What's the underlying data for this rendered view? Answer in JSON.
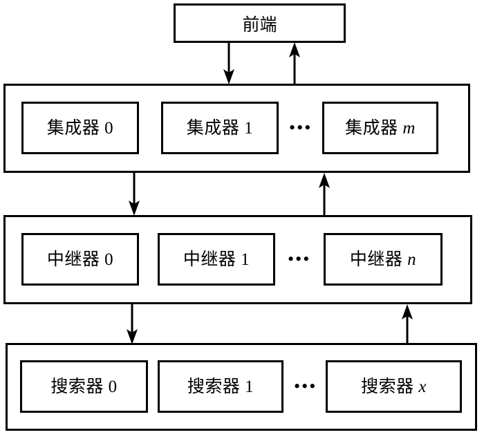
{
  "diagram": {
    "title_box": {
      "label": "前端"
    },
    "layers": [
      {
        "name": "integrator-layer",
        "nodes": [
          {
            "text": "集成器 0",
            "base": "集成器",
            "index": "0",
            "italic": false
          },
          {
            "text": "集成器 1",
            "base": "集成器",
            "index": "1",
            "italic": false
          },
          {
            "text": "集成器 m",
            "base": "集成器",
            "index": "m",
            "italic": true
          }
        ],
        "ellipsis": "•••"
      },
      {
        "name": "relay-layer",
        "nodes": [
          {
            "text": "中继器 0",
            "base": "中继器",
            "index": "0",
            "italic": false
          },
          {
            "text": "中继器 1",
            "base": "中继器",
            "index": "1",
            "italic": false
          },
          {
            "text": "中继器 n",
            "base": "中继器",
            "index": "n",
            "italic": true
          }
        ],
        "ellipsis": "•••"
      },
      {
        "name": "searcher-layer",
        "nodes": [
          {
            "text": "搜索器 0",
            "base": "搜索器",
            "index": "0",
            "italic": false
          },
          {
            "text": "搜索器 1",
            "base": "搜索器",
            "index": "1",
            "italic": false
          },
          {
            "text": "搜索器 x",
            "base": "搜索器",
            "index": "x",
            "italic": true
          }
        ],
        "ellipsis": "•••"
      }
    ],
    "connections": [
      {
        "name": "frontend-to-integrator",
        "direction": "down"
      },
      {
        "name": "integrator-to-frontend",
        "direction": "up"
      },
      {
        "name": "integrator-to-relay",
        "direction": "down"
      },
      {
        "name": "relay-to-integrator",
        "direction": "up"
      },
      {
        "name": "relay-to-searcher",
        "direction": "down"
      },
      {
        "name": "searcher-to-relay",
        "direction": "up"
      }
    ],
    "colors": {
      "stroke": "#000000",
      "background": "#ffffff",
      "text": "#000000"
    }
  }
}
